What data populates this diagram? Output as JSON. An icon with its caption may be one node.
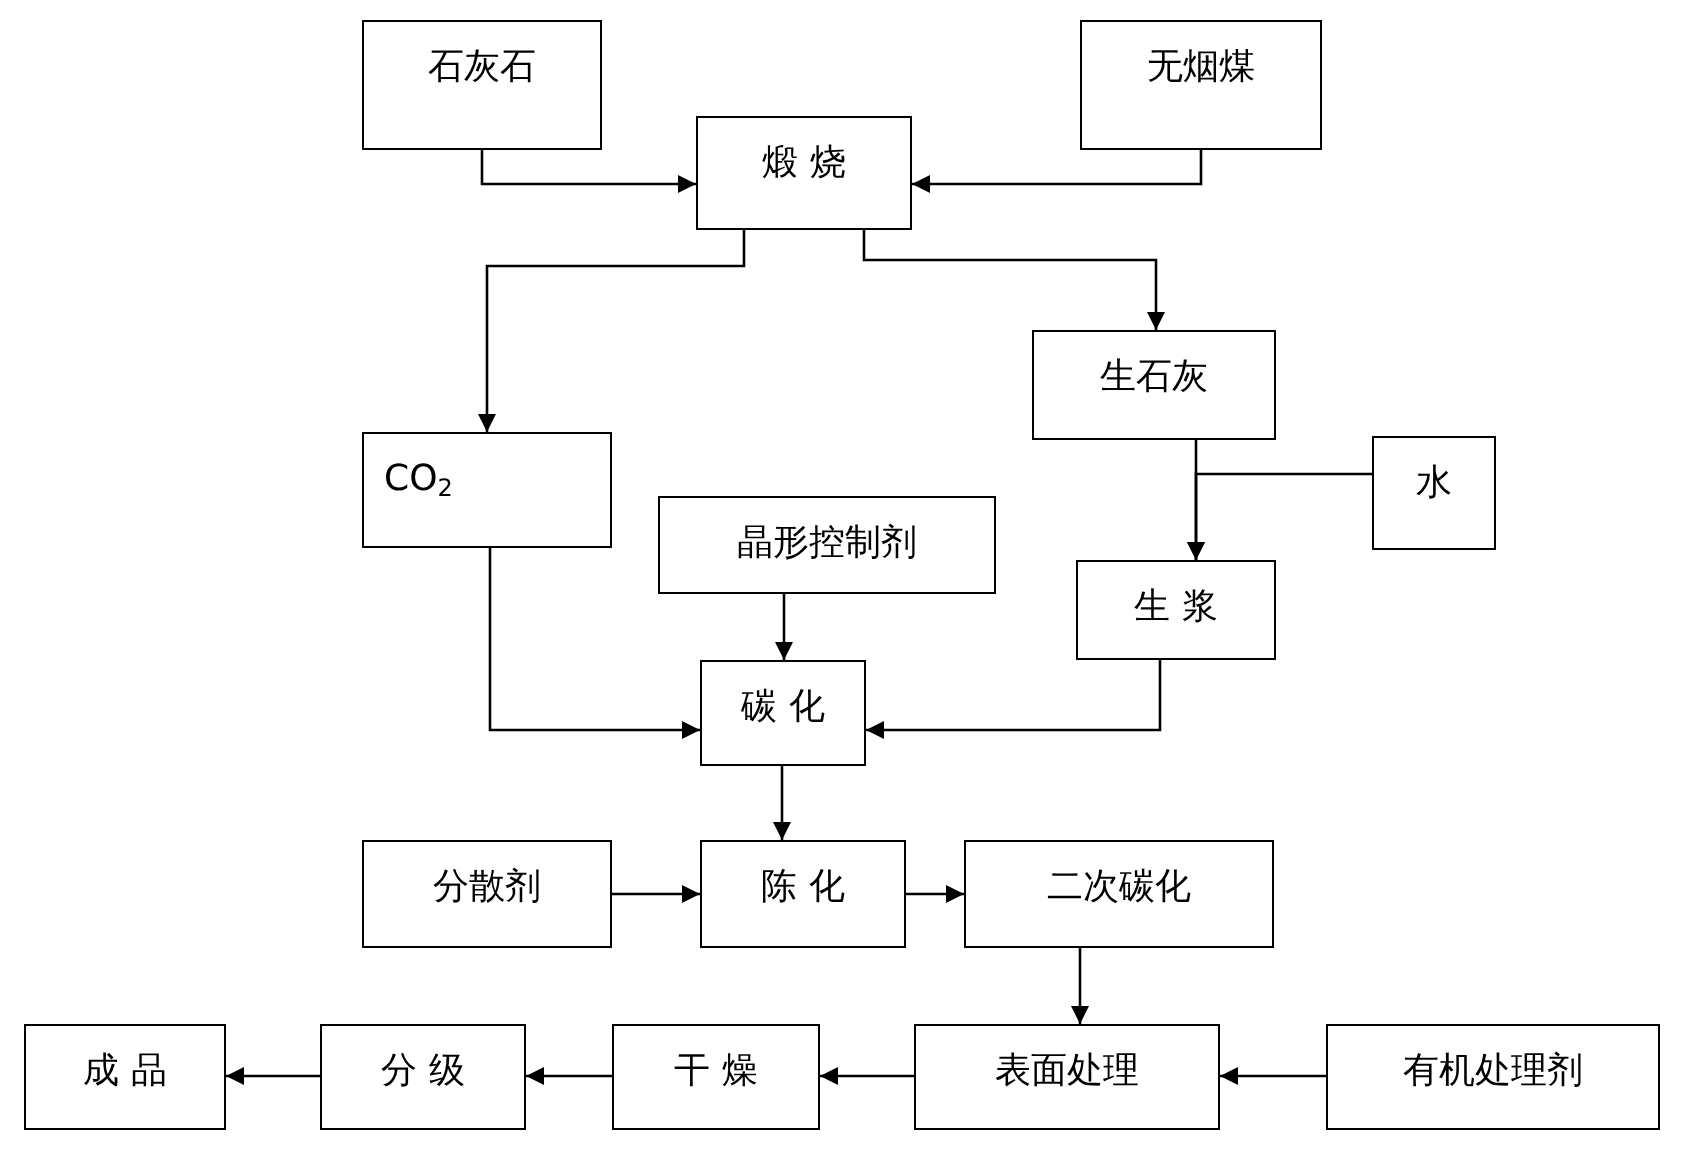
{
  "diagram": {
    "nodes": [
      {
        "text": [
          "石灰石"
        ]
      },
      {
        "text": [
          "煅 烧"
        ]
      },
      {
        "text": [
          "无烟煤"
        ]
      },
      {
        "text": [
          "CO$_{2}$"
        ]
      },
      {
        "text": [
          "生石灰"
        ]
      },
      {
        "text": [
          "水"
        ]
      },
      {
        "text": [
          "晶形控制剂"
        ]
      },
      {
        "text": [
          "生 浆"
        ]
      },
      {
        "text": [
          "碳 化"
        ]
      },
      {
        "text": [
          "分散剂"
        ]
      },
      {
        "text": [
          "陈 化"
        ]
      },
      {
        "text": [
          "二次碳化"
        ]
      },
      {
        "text": [
          "表面处理"
        ]
      },
      {
        "text": [
          "有机处理剂"
        ]
      },
      {
        "text": [
          "干 燥"
        ]
      },
      {
        "text": [
          "分 级"
        ]
      },
      {
        "text": [
          "成 品"
        ]
      }
    ],
    "edges": [
      {
        "from": 0,
        "to": 1,
        "arrow": "to"
      },
      {
        "from": 2,
        "to": 1,
        "arrow": "to"
      },
      {
        "from": 1,
        "to": 3,
        "arrow": "to"
      },
      {
        "from": 1,
        "to": 4,
        "arrow": "to"
      },
      {
        "from": 4,
        "to": 7,
        "arrow": "to"
      },
      {
        "from": 5,
        "to": 7,
        "arrow": "to"
      },
      {
        "from": 3,
        "to": 8,
        "arrow": "to"
      },
      {
        "from": 6,
        "to": 8,
        "arrow": "to"
      },
      {
        "from": 7,
        "to": 8,
        "arrow": "to"
      },
      {
        "from": 8,
        "to": 10,
        "arrow": "to"
      },
      {
        "from": 9,
        "to": 10,
        "arrow": "to"
      },
      {
        "from": 10,
        "to": 11,
        "arrow": "to"
      },
      {
        "from": 11,
        "to": 12,
        "arrow": "to"
      },
      {
        "from": 13,
        "to": 12,
        "arrow": "to"
      },
      {
        "from": 12,
        "to": 14,
        "arrow": "to"
      },
      {
        "from": 14,
        "to": 15,
        "arrow": "to"
      },
      {
        "from": 15,
        "to": 16,
        "arrow": "to"
      }
    ]
  }
}
